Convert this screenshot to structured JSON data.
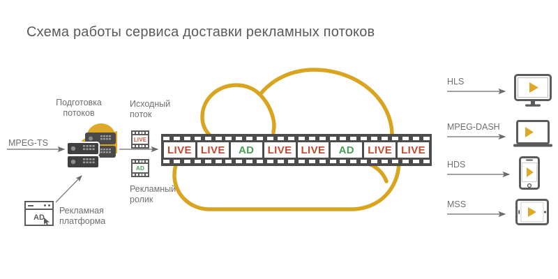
{
  "title": "Схема работы сервиса доставки рекламных потоков",
  "colors": {
    "gold": "#d9a520",
    "gold_fill": "#e0a828",
    "dark_gray": "#4c4c4c",
    "mid_gray": "#5b5b5b",
    "text_gray": "#6e6e6e",
    "title_gray": "#5a5a5a",
    "live_red": "#c2492e",
    "ad_green": "#4a9e54",
    "arrow_gray": "#6b6b6b"
  },
  "inputs": {
    "source_label": "MPEG-TS",
    "ad_platform_label": "Рекламная\nплатформа",
    "ad_platform_icon_text": "AD",
    "ad_platform_icon": "browser-window-icon"
  },
  "preparation": {
    "label": "Подготовка\nпотоков",
    "icon": "server-stack-icon",
    "cloud_icon": "cloud-filled-icon"
  },
  "source_stream": {
    "label": "Исходный\nпоток",
    "ad_clip_label": "Рекламный\nролик",
    "live_icon_text": "LIVE",
    "ad_icon_text": "AD"
  },
  "cloud": {
    "icon": "cloud-outline-icon"
  },
  "film_strip": {
    "frames": [
      {
        "text": "LIVE",
        "kind": "live"
      },
      {
        "text": "LIVE",
        "kind": "live"
      },
      {
        "text": "AD",
        "kind": "ad"
      },
      {
        "text": "LIVE",
        "kind": "live"
      },
      {
        "text": "LIVE",
        "kind": "live"
      },
      {
        "text": "AD",
        "kind": "ad"
      },
      {
        "text": "LIVE",
        "kind": "live"
      },
      {
        "text": "LIVE",
        "kind": "live"
      }
    ]
  },
  "outputs": [
    {
      "protocol": "HLS",
      "device": "tv-icon",
      "device_label": "television"
    },
    {
      "protocol": "MPEG-DASH",
      "device": "laptop-icon",
      "device_label": "laptop"
    },
    {
      "protocol": "HDS",
      "device": "smartphone-icon",
      "device_label": "smartphone"
    },
    {
      "protocol": "MSS",
      "device": "tablet-icon",
      "device_label": "tablet"
    }
  ]
}
